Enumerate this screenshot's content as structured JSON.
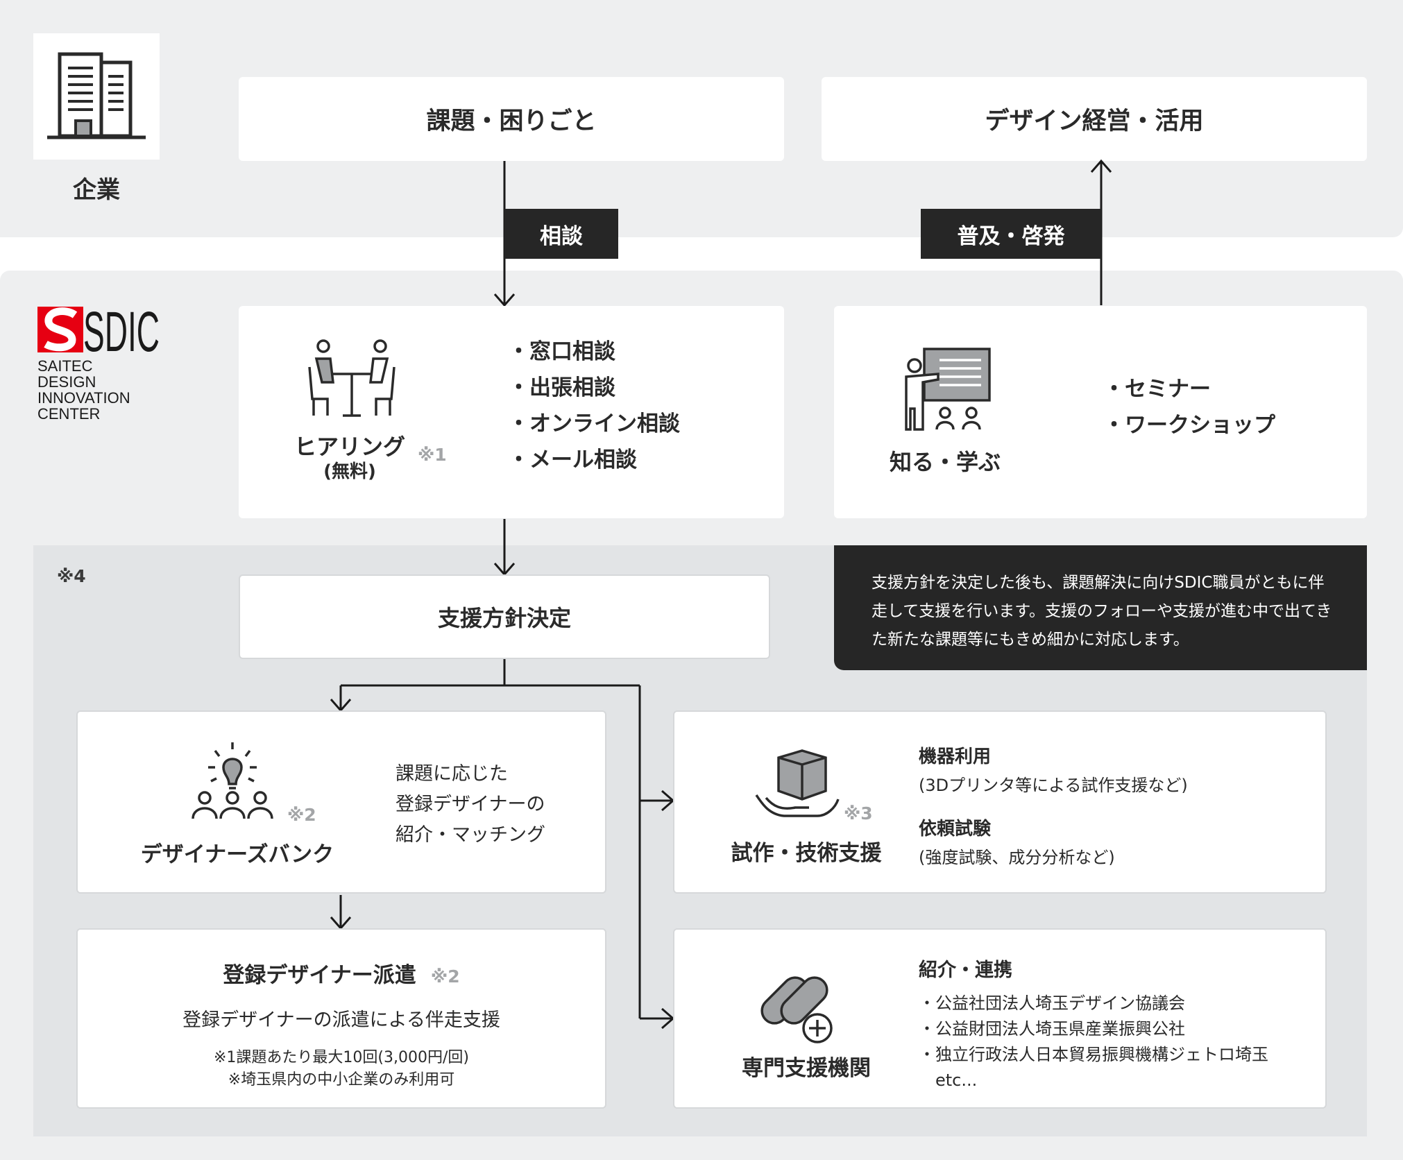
{
  "company": {
    "label": "企業",
    "problem_box": "課題・困りごと",
    "goal_box": "デザイン経営・活用"
  },
  "flow_labels": {
    "consult": "相談",
    "spread": "普及・啓発"
  },
  "sdic": {
    "logo_text": "SDIC",
    "name_lines": [
      "SAITEC",
      "DESIGN",
      "INNOVATION",
      "CENTER"
    ]
  },
  "hearing": {
    "title": "ヒアリング",
    "sub": "(無料)",
    "note": "※1",
    "items": [
      "・窓口相談",
      "・出張相談",
      "・オンライン相談",
      "・メール相談"
    ]
  },
  "learn": {
    "title": "知る・学ぶ",
    "items": [
      "・セミナー",
      "・ワークショップ"
    ]
  },
  "note4": "※4",
  "policy": "支援方針決定",
  "dark_note": "支援方針を決定した後も、課題解決に向けSDIC職員がともに伴走して支援を行います。支援のフォローや支援が進む中で出てきた新たな課題等にもきめ細かに対応します。",
  "designer_bank": {
    "title": "デザイナーズバンク",
    "note": "※2",
    "desc_lines": [
      "課題に応じた",
      "登録デザイナーの",
      "紹介・マッチング"
    ]
  },
  "prototype": {
    "title": "試作・技術支援",
    "note": "※3",
    "item1_title": "機器利用",
    "item1_desc": "(3Dプリンタ等による試作支援など)",
    "item2_title": "依頼試験",
    "item2_desc": "(強度試験、成分分析など)"
  },
  "dispatch": {
    "title": "登録デザイナー派遣",
    "note": "※2",
    "desc": "登録デザイナーの派遣による伴走支援",
    "fine1": "※1課題あたり最大10回(3,000円/回)",
    "fine2": "※埼玉県内の中小企業のみ利用可"
  },
  "partners": {
    "title": "専門支援機関",
    "heading": "紹介・連携",
    "items": [
      "・公益社団法人埼玉デザイン協議会",
      "・公益財団法人埼玉県産業振興公社",
      "・独立行政法人日本貿易振興機構ジェトロ埼玉"
    ],
    "etc": "etc..."
  },
  "colors": {
    "panel": "#eeeff0",
    "inner_panel": "#e2e4e6",
    "dark": "#262626",
    "brand_red": "#e60012"
  }
}
